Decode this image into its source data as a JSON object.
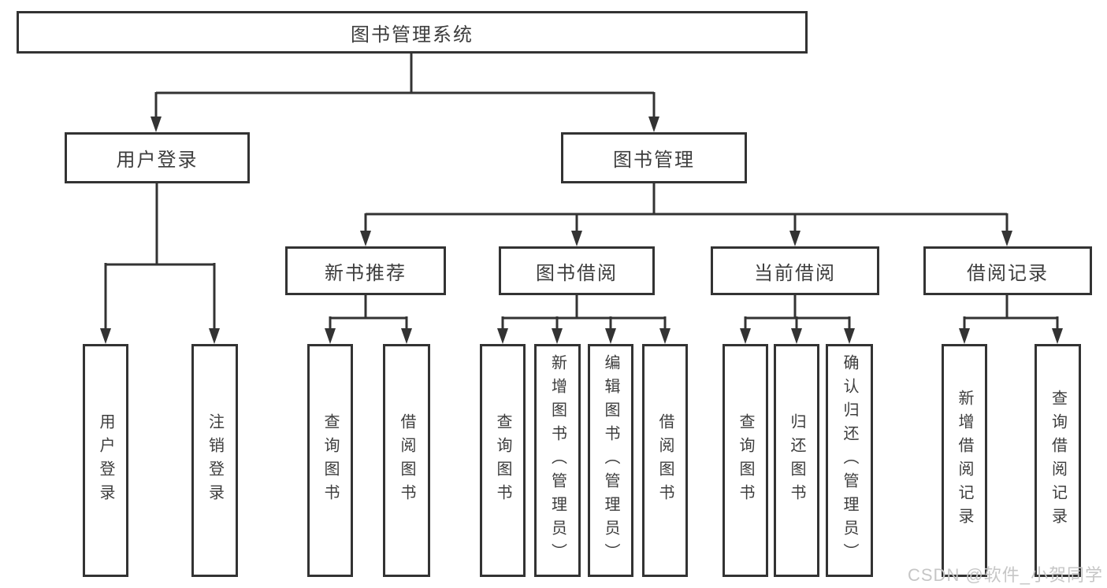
{
  "diagram": {
    "root": "图书管理系统",
    "level2": {
      "user_login": "用户登录",
      "book_mgmt": "图书管理"
    },
    "level3": {
      "new_book": "新书推荐",
      "book_borrow": "图书借阅",
      "current_borrow": "当前借阅",
      "borrow_records": "借阅记录"
    },
    "leaves": {
      "a1": "用户登录",
      "a2": "注销登录",
      "b1": "查询图书",
      "b2": "借阅图书",
      "c1": "查询图书",
      "c2": "新增图书（管理员）",
      "c3": "编辑图书（管理员）",
      "c4": "借阅图书",
      "d1": "查询图书",
      "d2": "归还图书",
      "d3": "确认归还（管理员）",
      "e1": "新增借阅记录",
      "e2": "查询借阅记录"
    }
  },
  "watermark": "CSDN @软件_小贺同学",
  "colors": {
    "line": "#333333",
    "text": "#3d3d3d",
    "background": "#ffffff",
    "watermark": "#c6c6c6"
  }
}
